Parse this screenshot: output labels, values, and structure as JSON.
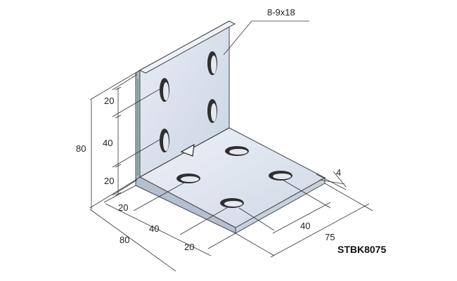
{
  "diagram": {
    "model_code": "STBK8075",
    "hole_callout": "8-9x18",
    "dimensions": {
      "height_total": "80",
      "vertical_seg_top": "20",
      "vertical_seg_mid": "40",
      "vertical_seg_bottom": "20",
      "width_total": "80",
      "width_seg_left": "20",
      "width_seg_mid": "40",
      "width_seg_right": "20",
      "thickness": "4",
      "depth_total": "75",
      "depth_seg": "40"
    },
    "colors": {
      "plate_face": "#dbe3ee",
      "plate_side": "#b9c4d3",
      "plate_top": "#eef2f7",
      "slot": "#3b3b3b",
      "line": "#333333"
    }
  }
}
